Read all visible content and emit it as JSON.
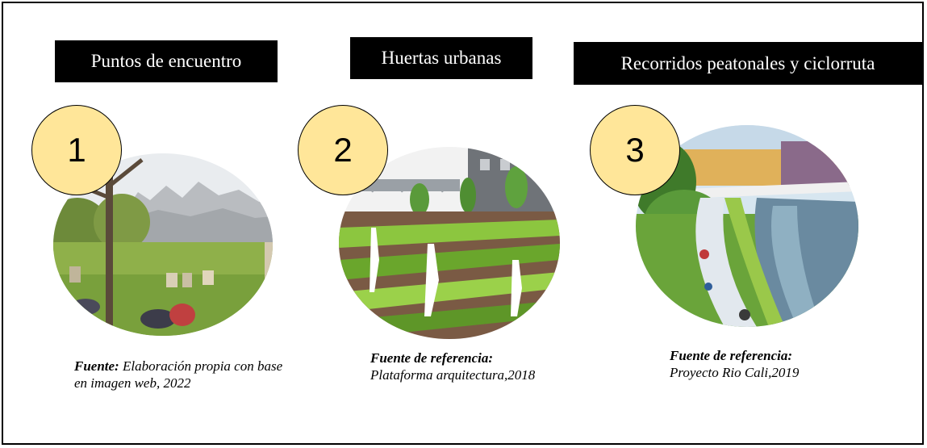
{
  "panels": [
    {
      "number": "1",
      "title": "Puntos de encuentro",
      "caption_bold": "Fuente:",
      "caption_rest": " Elaboración propia con base en imagen web, 2022"
    },
    {
      "number": "2",
      "title": "Huertas urbanas",
      "caption_bold": "Fuente de referencia:",
      "caption_rest": "Plataforma arquitectura,2018"
    },
    {
      "number": "3",
      "title": "Recorridos peatonales y ciclorruta",
      "caption_bold": "Fuente de referencia:",
      "caption_rest": "Proyecto Rio Cali,2019"
    }
  ],
  "colors": {
    "badge_fill": "#ffe699",
    "label_background": "#000000",
    "label_text": "#ffffff"
  }
}
